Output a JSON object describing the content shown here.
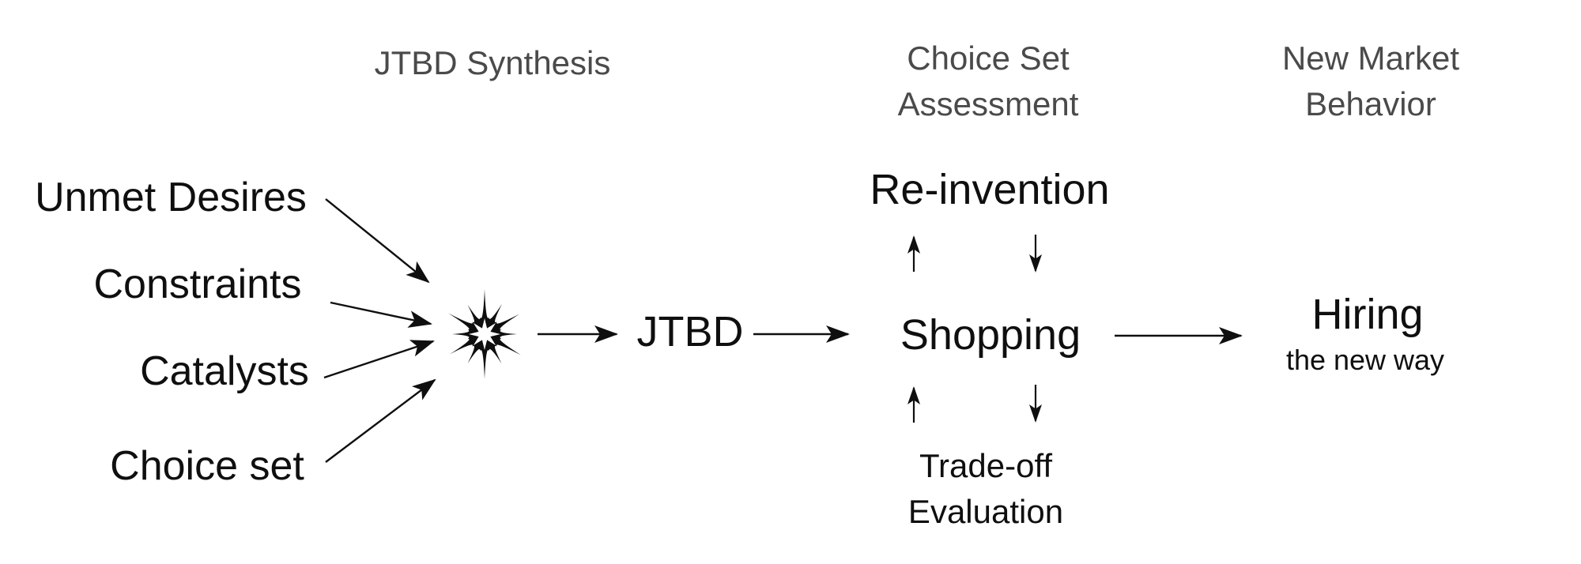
{
  "diagram": {
    "phase_headers": [
      {
        "id": "jtbd_synthesis",
        "lines": [
          "JTBD Synthesis"
        ]
      },
      {
        "id": "choice_set_assessment",
        "lines": [
          "Choice Set",
          "Assessment"
        ]
      },
      {
        "id": "new_market_behavior",
        "lines": [
          "New Market",
          "Behavior"
        ]
      }
    ],
    "inputs": [
      "Unmet Desires",
      "Constraints",
      "Catalysts",
      "Choice set"
    ],
    "nodes": {
      "jtbd": "JTBD",
      "shopping": "Shopping",
      "re_invention": "Re-invention",
      "trade_off": [
        "Trade-off",
        "Evaluation"
      ],
      "hiring": "Hiring",
      "hiring_subtitle": "the new way"
    },
    "icons": {
      "starburst": "starburst-synthesis-icon"
    },
    "edges": [
      {
        "from": "Unmet Desires",
        "to": "starburst-synthesis"
      },
      {
        "from": "Constraints",
        "to": "starburst-synthesis"
      },
      {
        "from": "Catalysts",
        "to": "starburst-synthesis"
      },
      {
        "from": "Choice set",
        "to": "starburst-synthesis"
      },
      {
        "from": "starburst-synthesis",
        "to": "JTBD"
      },
      {
        "from": "JTBD",
        "to": "Shopping"
      },
      {
        "from": "Shopping",
        "to": "Re-invention"
      },
      {
        "from": "Re-invention",
        "to": "Shopping"
      },
      {
        "from": "Shopping",
        "to": "Trade-off Evaluation"
      },
      {
        "from": "Trade-off Evaluation",
        "to": "Shopping"
      },
      {
        "from": "Shopping",
        "to": "Hiring"
      }
    ]
  },
  "colors": {
    "ink": "#0f0f0f",
    "header_gray": "#4a4a4a",
    "background": "#ffffff"
  }
}
